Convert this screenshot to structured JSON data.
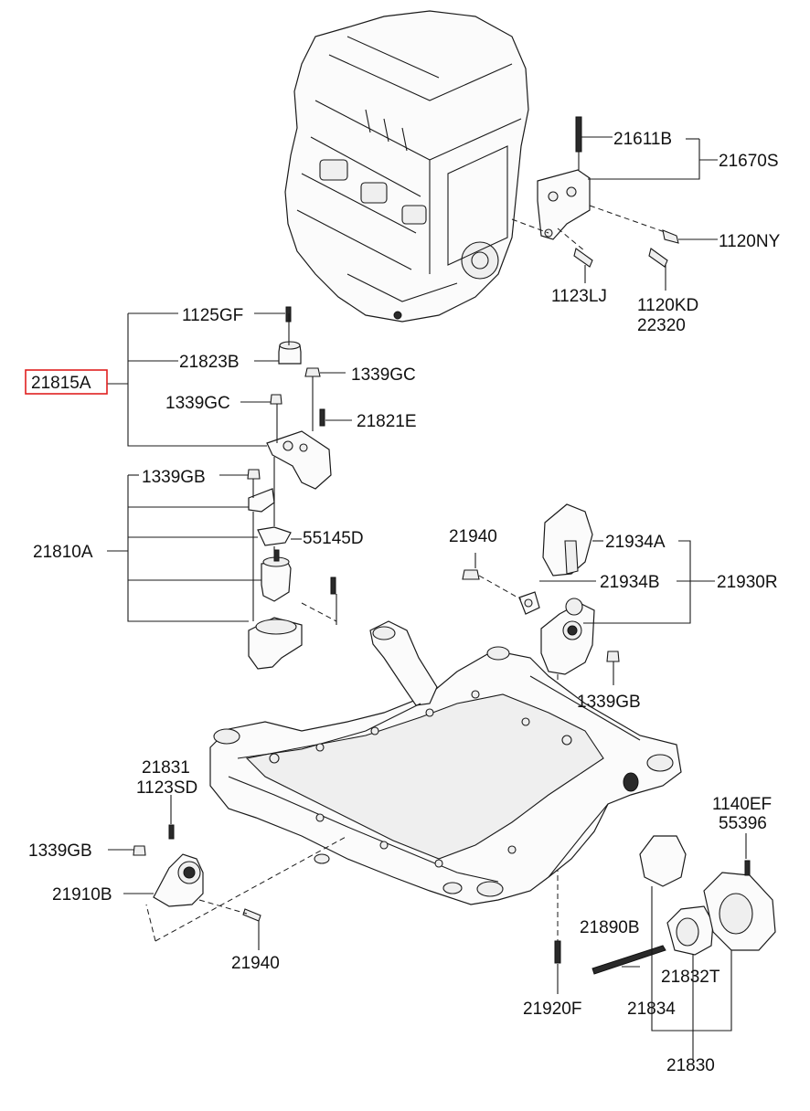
{
  "diagram": {
    "highlight_color": "#e0201f",
    "labels": {
      "p21611B": "21611B",
      "p21670S": "21670S",
      "p1120NY": "1120NY",
      "p1123LJ": "1123LJ",
      "p1120KD": "1120KD",
      "p22320": "22320",
      "p1125GF": "1125GF",
      "p21823B": "21823B",
      "p21815A": "21815A",
      "p1339GC_a": "1339GC",
      "p1339GC_b": "1339GC",
      "p21821E": "21821E",
      "p1339GB_a": "1339GB",
      "p21810A": "21810A",
      "p55145D": "55145D",
      "p21940_a": "21940",
      "p21934A": "21934A",
      "p21934B": "21934B",
      "p21930R": "21930R",
      "p1339GB_b": "1339GB",
      "p21831": "21831",
      "p1123SD": "1123SD",
      "p1339GB_c": "1339GB",
      "p21910B": "21910B",
      "p21940_b": "21940",
      "p1140EF": "1140EF",
      "p55396": "55396",
      "p21890B": "21890B",
      "p21832T": "21832T",
      "p21920F": "21920F",
      "p21834": "21834",
      "p21830": "21830"
    }
  }
}
